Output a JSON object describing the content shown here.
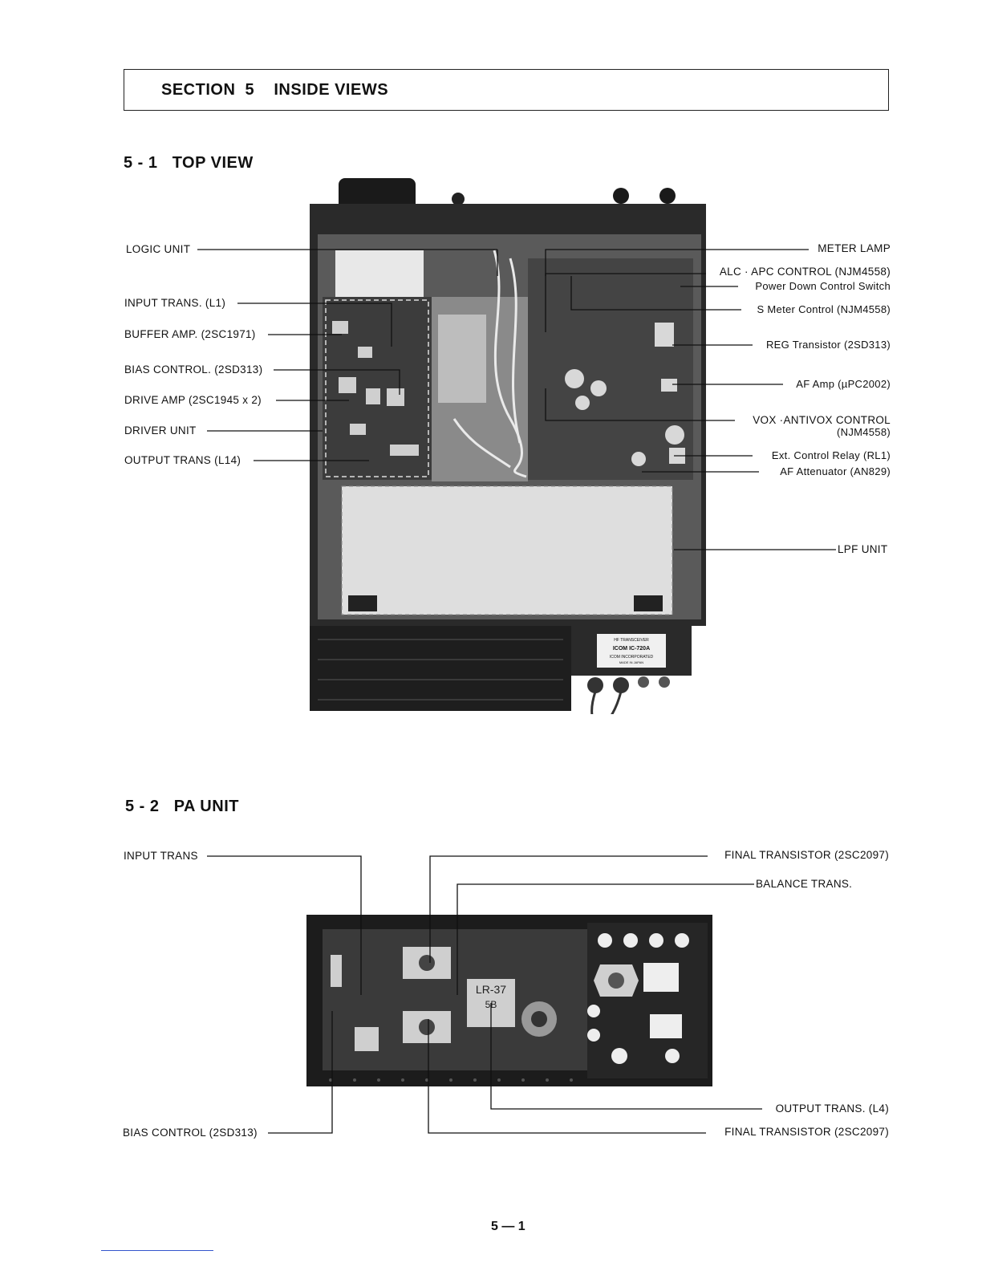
{
  "section": {
    "title": "SECTION  5    INSIDE VIEWS"
  },
  "top_view": {
    "heading": "5 - 1   TOP VIEW",
    "left_labels": [
      "LOGIC UNIT",
      "INPUT TRANS. (L1)",
      "BUFFER AMP. (2SC1971)",
      "BIAS CONTROL. (2SD313)",
      "DRIVE AMP (2SC1945 x 2)",
      "DRIVER UNIT",
      "OUTPUT TRANS (L14)"
    ],
    "right_labels": [
      "METER LAMP",
      "ALC · APC CONTROL (NJM4558)",
      "Power Down Control Switch",
      "S Meter Control (NJM4558)",
      "REG Transistor (2SD313)",
      "AF Amp (µPC2002)",
      "VOX ·ANTIVOX CONTROL",
      "(NJM4558)",
      "Ext. Control Relay (RL1)",
      "AF Attenuator (AN829)",
      "LPF UNIT"
    ],
    "nameplate": [
      "HF TRANSCEIVER",
      "ICOM IC-720A",
      "ICOM INCORPORATED",
      "MADE IN JAPAN"
    ]
  },
  "pa_unit": {
    "heading": "5 - 2   PA UNIT",
    "labels": {
      "input_trans": "INPUT TRANS",
      "final_transistor_top": "FINAL TRANSISTOR (2SC2097)",
      "balance_trans": "BALANCE TRANS.",
      "output_trans": "OUTPUT TRANS. (L4)",
      "bias_control": "BIAS CONTROL (2SD313)",
      "final_transistor_bottom": "FINAL TRANSISTOR (2SC2097)"
    },
    "board_marking": [
      "LR-37",
      "5B"
    ]
  },
  "page_number": "5 — 1"
}
